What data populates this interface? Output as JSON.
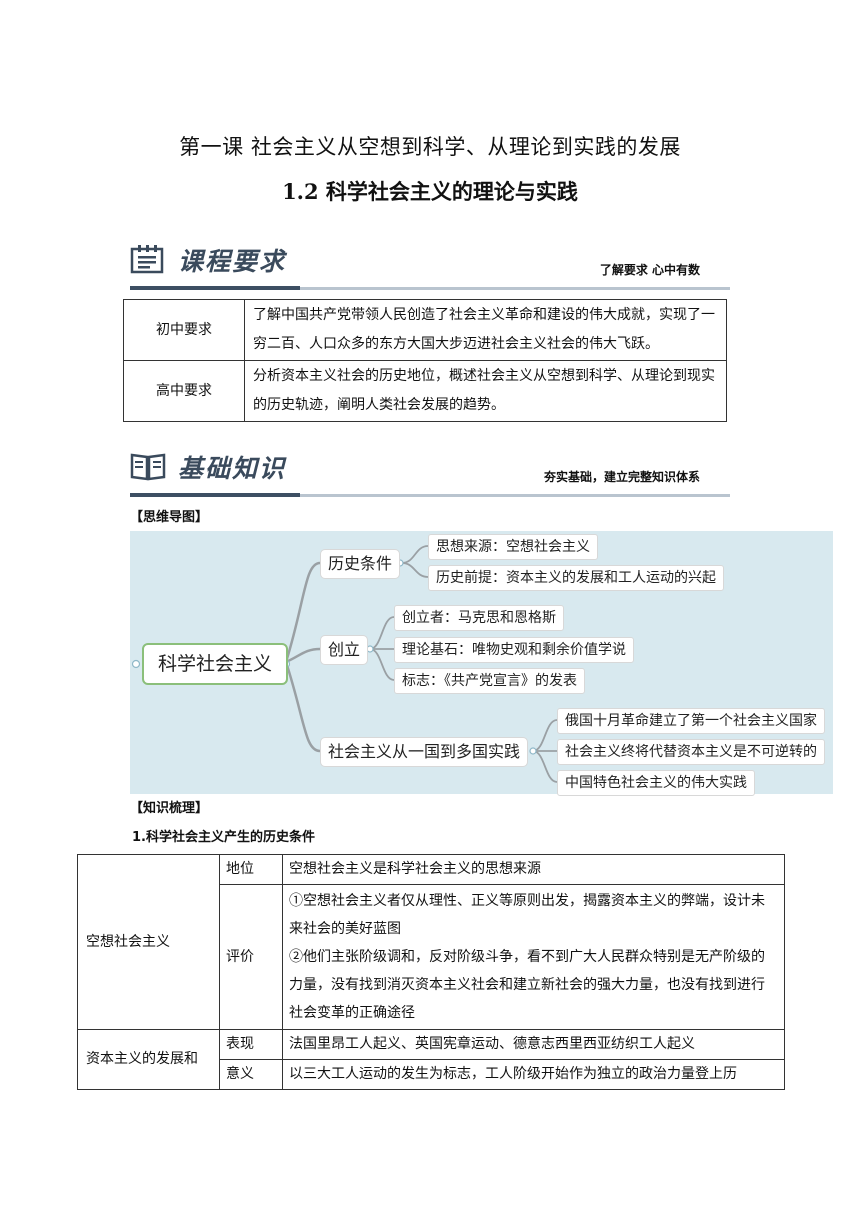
{
  "header": {
    "lesson_title": "第一课  社会主义从空想到科学、从理论到实践的发展",
    "section_title": "1.2  科学社会主义的理论与实践"
  },
  "banner_course": {
    "title": "课程要求",
    "subtitle": "了解要求  心中有数",
    "icon": "clipboard-icon"
  },
  "requirements": [
    {
      "label": "初中要求",
      "text": "了解中国共产党带领人民创造了社会主义革命和建设的伟大成就，实现了一穷二百、人口众多的东方大国大步迈进社会主义社会的伟大飞跃。"
    },
    {
      "label": "高中要求",
      "text": "分析资本主义社会的历史地位，概述社会主义从空想到科学、从理论到现实的历史轨迹，阐明人类社会发展的趋势。"
    }
  ],
  "banner_basic": {
    "title": "基础知识",
    "subtitle": "夯实基础，建立完整知识体系",
    "icon": "open-book-icon"
  },
  "mindmap_heading": "【思维导图】",
  "mindmap": {
    "root": "科学社会主义",
    "branches": [
      {
        "label": "历史条件",
        "children": [
          "思想来源：空想社会主义",
          "历史前提：资本主义的发展和工人运动的兴起"
        ]
      },
      {
        "label": "创立",
        "children": [
          "创立者：马克思和恩格斯",
          "理论基石：唯物史观和剩余价值学说",
          "标志：《共产党宣言》的发表"
        ]
      },
      {
        "label": "社会主义从一国到多国实践",
        "children": [
          "俄国十月革命建立了第一个社会主义国家",
          "社会主义终将代替资本主义是不可逆转的",
          "中国特色社会主义的伟大实践"
        ]
      }
    ],
    "colors": {
      "background": "#d8e9ef",
      "line": "#9aa0a4",
      "root_border": "#8bbf7a"
    }
  },
  "review_heading": "【知识梳理】",
  "subheading": "1.科学社会主义产生的历史条件",
  "knowledge_table": {
    "group1": {
      "label": "空想社会主义",
      "rows": [
        {
          "key": "地位",
          "lines": [
            "空想社会主义是科学社会主义的思想来源"
          ]
        },
        {
          "key": "评价",
          "lines": [
            "①空想社会主义者仅从理性、正义等原则出发，揭露资本主义的弊端，设计未来社会的美好蓝图",
            "②他们主张阶级调和，反对阶级斗争，看不到广大人民群众特别是无产阶级的力量，没有找到消灭资本主义社会和建立新社会的强大力量，也没有找到进行社会变革的正确途径"
          ]
        }
      ]
    },
    "group2": {
      "label": "资本主义的发展和",
      "rows": [
        {
          "key": "表现",
          "lines": [
            "法国里昂工人起义、英国宪章运动、德意志西里西亚纺织工人起义"
          ]
        },
        {
          "key": "意义",
          "lines": [
            "以三大工人运动的发生为标志，工人阶级开始作为独立的政治力量登上历"
          ]
        }
      ]
    }
  }
}
